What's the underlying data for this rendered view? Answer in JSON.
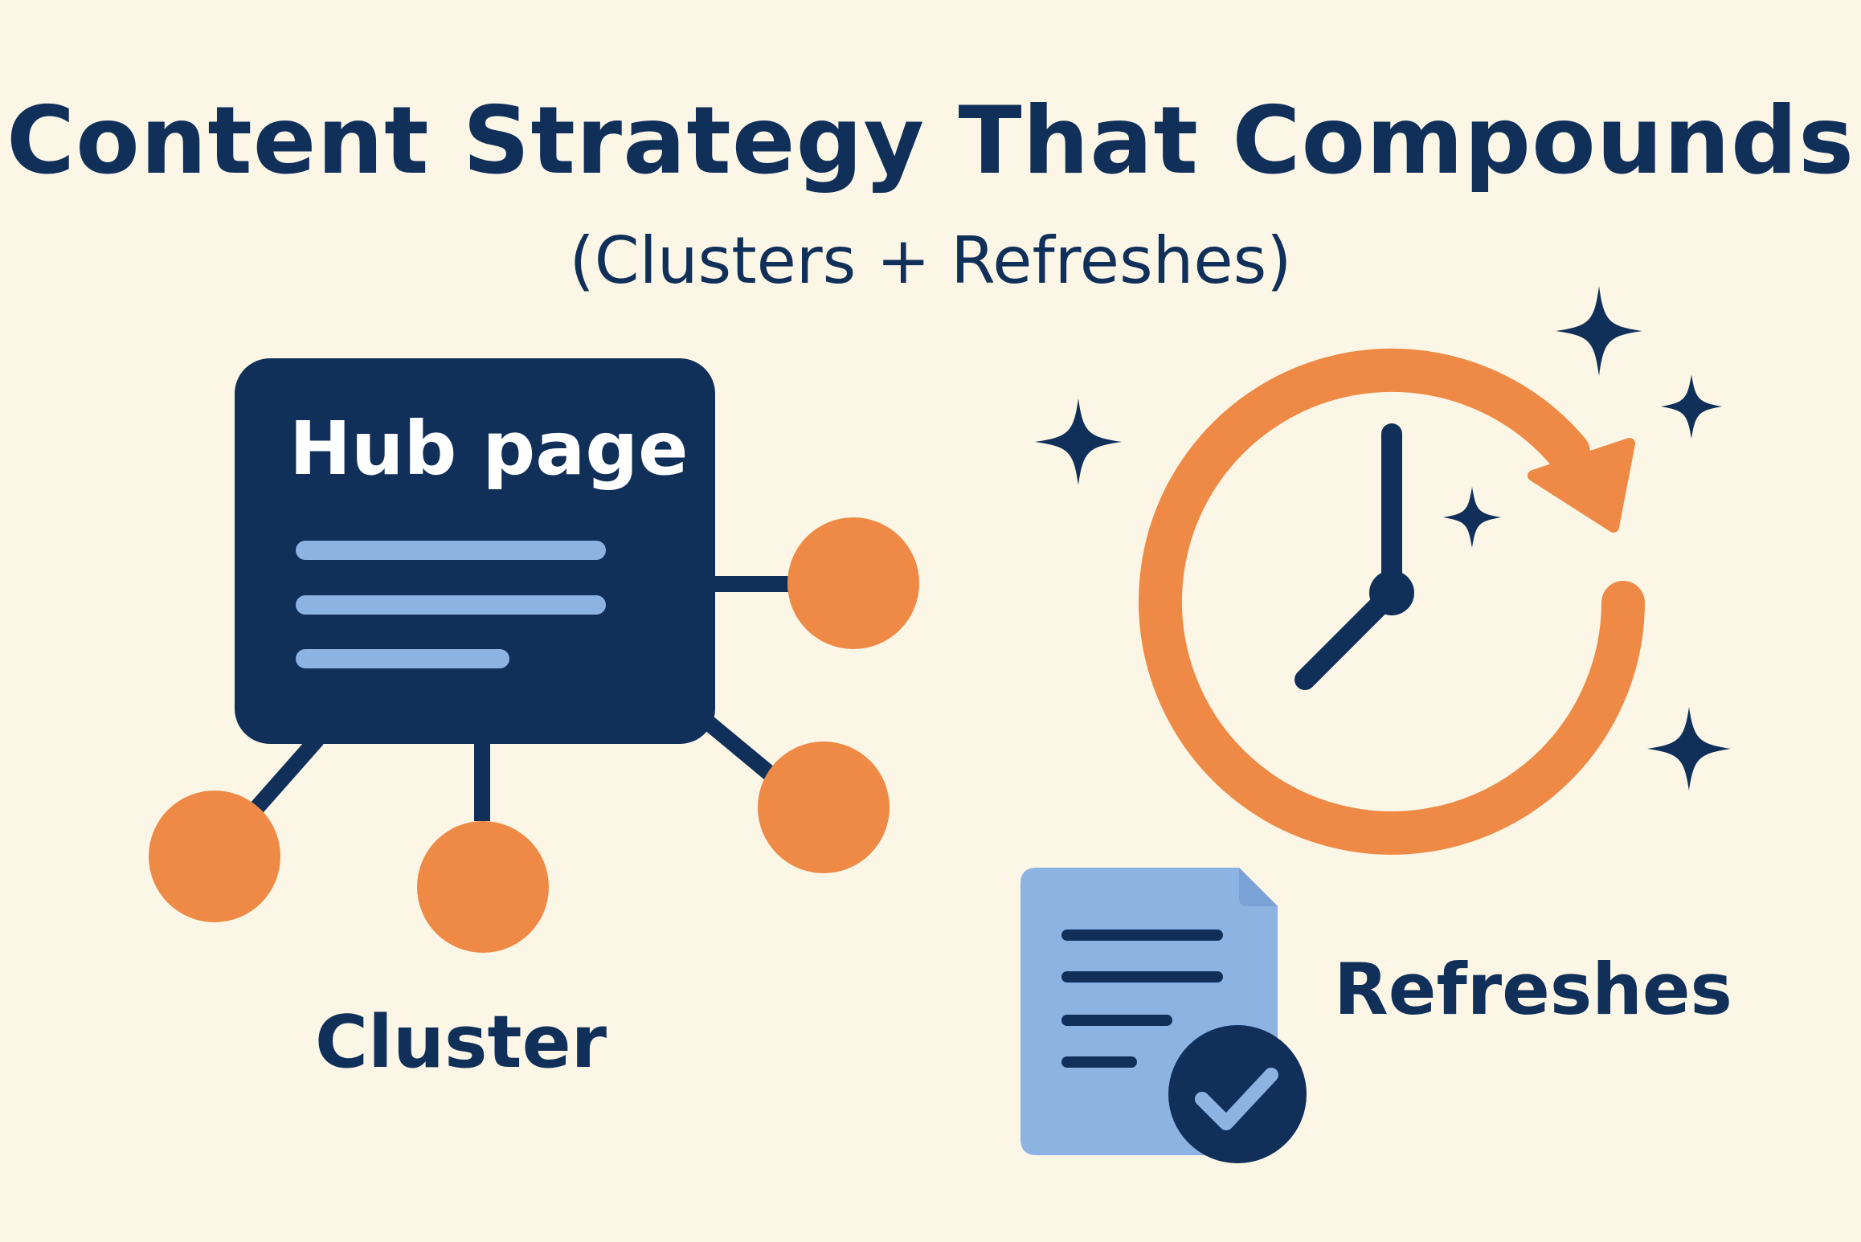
{
  "title": "Content Strategy That Compounds",
  "subtitle": "(Clusters + Refreshes)",
  "hub": {
    "label": "Hub page",
    "icon": "document-lines-icon"
  },
  "cluster": {
    "label": "Cluster",
    "node_icon": "cluster-node-icon"
  },
  "refresh": {
    "label": "Refreshes",
    "clock_icon": "refresh-clock-icon",
    "document_icon": "checked-document-icon",
    "sparkle_icon": "sparkle-icon"
  },
  "colors": {
    "background": "#FCF6E6",
    "navy": "#10305A",
    "orange": "#EE8A45",
    "light_blue": "#8DB3E3"
  }
}
